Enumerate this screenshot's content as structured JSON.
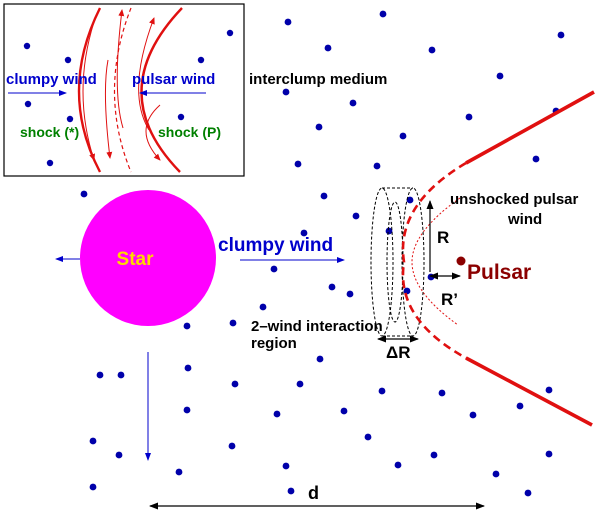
{
  "labels": {
    "star": "Star",
    "clumpy_wind_main": "clumpy wind",
    "interclump_medium": "interclump medium",
    "unshocked_line1": "unshocked pulsar",
    "unshocked_line2": "wind",
    "pulsar": "Pulsar",
    "r": "R",
    "r_prime": "R’",
    "delta_r": "ΔR",
    "interaction_line1": "2–wind interaction",
    "interaction_line2": "region",
    "distance": "d"
  },
  "inset": {
    "clumpy_wind": "clumpy wind",
    "pulsar_wind": "pulsar wind",
    "shock_star": "shock (*)",
    "shock_pulsar": "shock (P)"
  },
  "colors": {
    "blue": "#0000cc",
    "red": "#e01010",
    "magenta": "#ff00ff",
    "star_label": "#ffd700",
    "pulsar": "#8b0000",
    "green": "#008000",
    "black": "#000000"
  }
}
